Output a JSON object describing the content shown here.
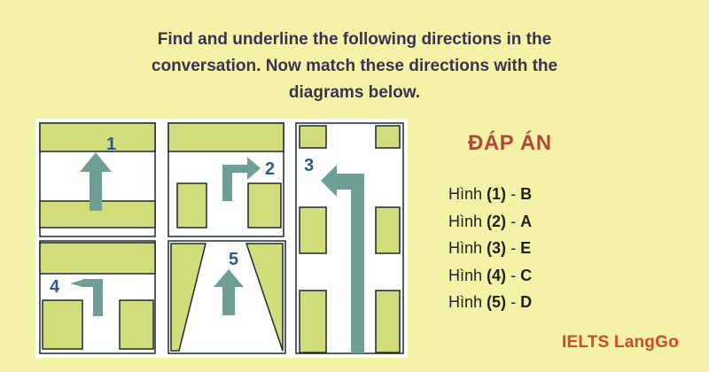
{
  "instruction": {
    "line1": "Find and underline the following directions in the",
    "line2": "conversation. Now match these directions with the",
    "line3": "diagrams below."
  },
  "diagrams": [
    {
      "number": "1"
    },
    {
      "number": "2"
    },
    {
      "number": "3"
    },
    {
      "number": "4"
    },
    {
      "number": "5"
    }
  ],
  "answers": {
    "title": "ĐÁP ÁN",
    "items": [
      {
        "prefix": "Hình",
        "num": "(1)",
        "sep": "-",
        "letter": "B"
      },
      {
        "prefix": "Hình",
        "num": "(2)",
        "sep": "-",
        "letter": "A"
      },
      {
        "prefix": "Hình",
        "num": "(3)",
        "sep": "-",
        "letter": "E"
      },
      {
        "prefix": "Hình",
        "num": "(4)",
        "sep": "-",
        "letter": "C"
      },
      {
        "prefix": "Hình",
        "num": "(5)",
        "sep": "-",
        "letter": "D"
      }
    ]
  },
  "brand": {
    "text": "IELTS LangGo"
  },
  "colors": {
    "background": "#f3f2a7",
    "block_fill": "#d1dd7a",
    "outline": "#1f2a2a",
    "arrow": "#6e9f97",
    "number": "#2d5a8a",
    "title": "#3d3150",
    "answer_title": "#b5473a",
    "brand": "#d5452f"
  }
}
